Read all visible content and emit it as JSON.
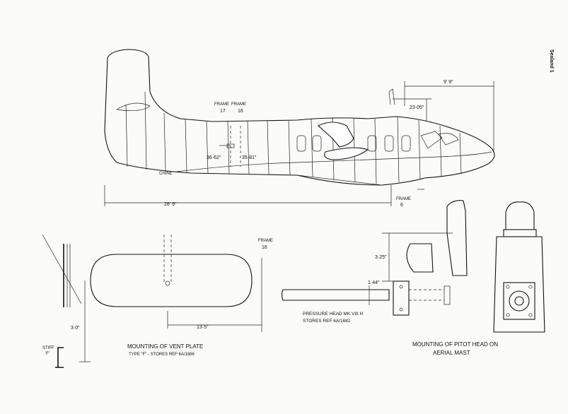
{
  "page": {
    "side_tab": "Sealand 1",
    "background": "#fbfbfa",
    "ink": "#111111"
  },
  "aircraft_side_view": {
    "frame_17_label": "FRAME",
    "frame_17_num": "17",
    "frame_16_label": "FRAME",
    "frame_16_num": "16",
    "frame_6_label": "FRAME",
    "frame_6_num": "6",
    "chine_label": "CHINE",
    "dim_36_62": "36·62\"",
    "dim_35_81": "35·81\"",
    "dim_28_9": "28' 9\"",
    "dim_9_9": "9' 9\"",
    "dim_23_05": "23·05\""
  },
  "vent_plate": {
    "frame_label": "FRAME",
    "frame_num": "16",
    "dim_3_0": "3·0\"",
    "dim_13_5": "13·5\"",
    "stiff_label": "STIFF",
    "stiff_f": "'F'",
    "title": "MOUNTING OF VENT PLATE",
    "subtitle": "TYPE \"F\" - STORES REF 6A/1686"
  },
  "pitot_head": {
    "dim_3_25": "3·25\"",
    "dim_1_44": "1·44\"",
    "pressure_head": "PRESSURE HEAD MK.VIII H",
    "stores_ref": "STORES REF 6A/1682",
    "title_line1": "MOUNTING OF PITOT HEAD ON",
    "title_line2": "AERIAL MAST"
  }
}
